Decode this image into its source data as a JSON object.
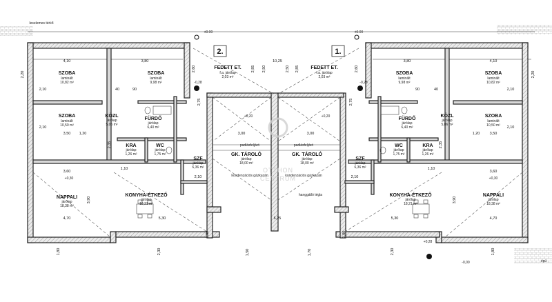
{
  "top_left_note": "leselemes térkő",
  "top_right_note": "épü",
  "units": {
    "right": {
      "number": "1.",
      "level": "±0.00"
    },
    "left": {
      "number": "2.",
      "level": "±0.00"
    }
  },
  "rooms": [
    {
      "id": "r-szoba1",
      "name": "SZOBA",
      "floor": "laminált",
      "area": "10,82 m²"
    },
    {
      "id": "r-szoba2",
      "name": "SZOBA",
      "floor": "laminált",
      "area": "9,98 m²"
    },
    {
      "id": "r-szoba3",
      "name": "SZOBA",
      "floor": "laminált",
      "area": "10,50 m²"
    },
    {
      "id": "r-kozl",
      "name": "KÖZL",
      "floor": "járólap",
      "area": "5,06 m²"
    },
    {
      "id": "r-furdo",
      "name": "FÜRDŐ",
      "floor": "járólap",
      "area": "6,40 m²"
    },
    {
      "id": "r-kra",
      "name": "KRA",
      "floor": "járólap",
      "area": "1,26 m²"
    },
    {
      "id": "r-wc",
      "name": "WC",
      "floor": "járólap",
      "area": "1,75 m²"
    },
    {
      "id": "r-szf",
      "name": "SZF",
      "floor": "járólap",
      "area": "6,36 m²"
    },
    {
      "id": "r-nappali",
      "name": "NAPPALI",
      "floor": "járólap",
      "area": "18,38 m²"
    },
    {
      "id": "r-konyha",
      "name": "KONYHA-ÉTKEZŐ",
      "floor": "járólap",
      "area": "18,21 m²"
    },
    {
      "id": "r-fedett",
      "name": "FEDETT ET.",
      "floor": "f.a. járólap",
      "area": "2,03 m²"
    },
    {
      "id": "r-gk",
      "name": "GK. TÁROLÓ",
      "floor": "járólap",
      "area": "18,00 m²"
    }
  ],
  "labels": {
    "padlasfeljaro": "padlásfeljáró",
    "kondenzacios": "kondenzációs gázkazán",
    "hanggato": "hanggátló tégla",
    "level_p030": "+0,30",
    "level_p020": "+0,20",
    "level_p028": "+0,28",
    "level_m028": "-0,28",
    "level_m000": "-0,00"
  },
  "dimensions": {
    "d410": "4,10",
    "d380": "3,80",
    "d1025": "10,25",
    "d350": "3,50",
    "d360": "3,60",
    "d470": "4,70",
    "d530": "5,30",
    "d300": "3,00",
    "d210": "2,10",
    "d110": "1,10",
    "d90": "90",
    "d40": "40",
    "d625": "6,25",
    "d220": "2,20",
    "d230": "2,30",
    "d120": "1,20",
    "d235": "2,35",
    "d180": "1,80",
    "d390": "3,90",
    "d260": "2,60",
    "d285": "2,85",
    "d250": "2,50",
    "d100": "1,00",
    "d150": "1,50",
    "d170": "1,70",
    "d275": "2,75"
  },
  "watermark": {
    "line1": "OTTHON",
    "line2": "CENTRUM"
  }
}
